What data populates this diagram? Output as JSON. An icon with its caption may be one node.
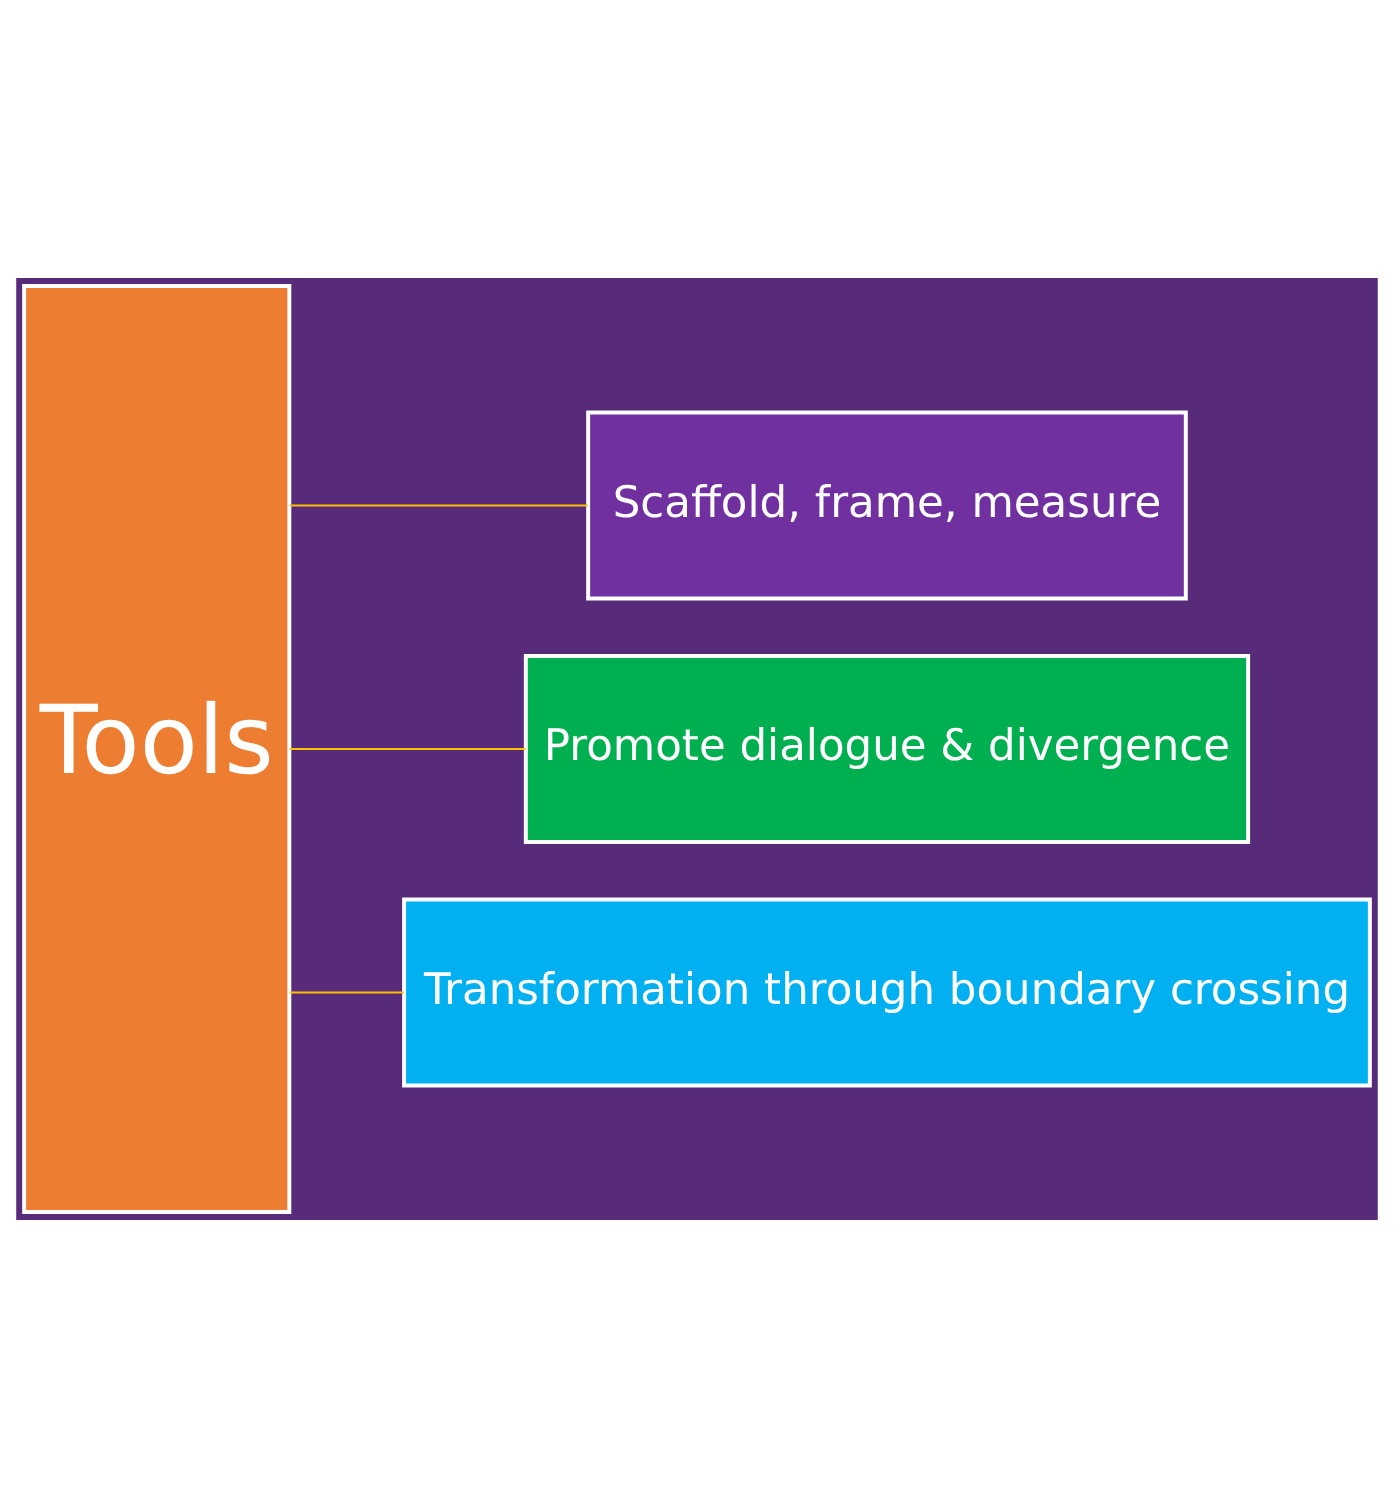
{
  "diagram": {
    "nodes": [
      {
        "text": [
          "Tools"
        ]
      },
      {
        "text": [
          "Scaffold, frame, measure"
        ]
      },
      {
        "text": [
          "Promote dialogue & divergence"
        ]
      },
      {
        "text": [
          "Transformation through boundary crossing"
        ]
      }
    ],
    "edges": [
      {
        "from": 0,
        "to": 1,
        "arrow": "none",
        "color": "#ffc000"
      },
      {
        "from": 0,
        "to": 2,
        "arrow": "none",
        "color": "#ffc000"
      },
      {
        "from": 0,
        "to": 3,
        "arrow": "none",
        "color": "#ffc000"
      }
    ]
  }
}
